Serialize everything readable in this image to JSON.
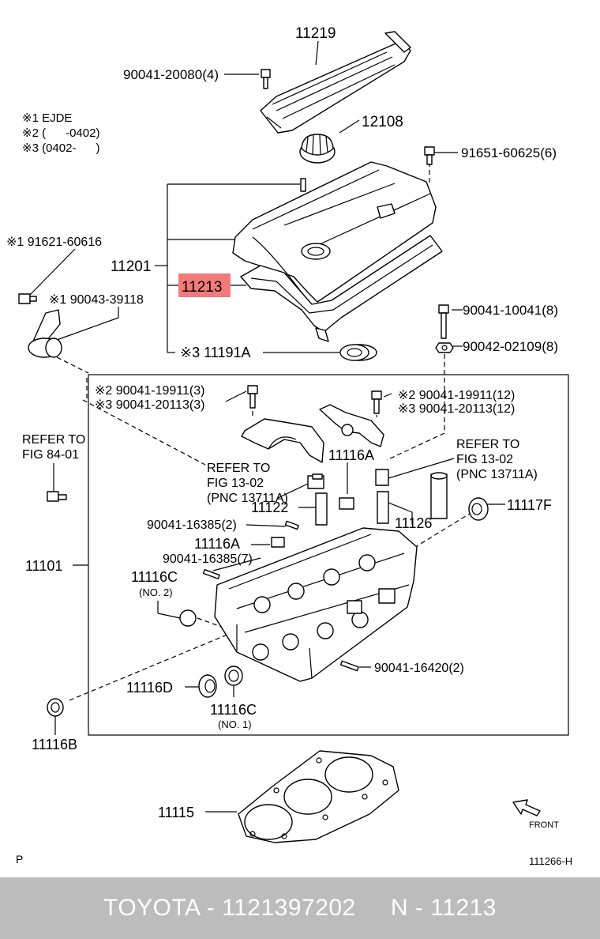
{
  "notes": {
    "n1": "※1 EJDE",
    "n2": "※2 (      -0402)",
    "n3": "※3 (0402-      )"
  },
  "labels": {
    "p11219": "11219",
    "p90041_20080": "90041-20080(4)",
    "p12108": "12108",
    "p91651": "91651-60625(6)",
    "p91621": "※1 91621-60616",
    "p11201": "11201",
    "p11213": "11213",
    "p90043": "※1 90043-39118",
    "p90041_10041": "90041-10041(8)",
    "p90042": "90042-02109(8)",
    "p11191A": "※3 11191A",
    "p19911_3": "※2 90041-19911(3)",
    "p20113_3": "※3 90041-20113(3)",
    "p19911_12": "※2 90041-19911(12)",
    "p20113_12": "※3 90041-20113(12)",
    "refer_84_a": "REFER TO",
    "refer_84_b": "FIG 84-01",
    "refer_13_a": "REFER TO",
    "refer_13_b": "FIG 13-02",
    "refer_13_c": "(PNC 13711A)",
    "refer_13r_a": "REFER TO",
    "refer_13r_b": "FIG 13-02",
    "refer_13r_c": "(PNC 13711A)",
    "p11116A_top": "11116A",
    "p11122": "11122",
    "p11126": "11126",
    "p11117F": "11117F",
    "p16385_2": "90041-16385(2)",
    "p11116A_mid": "11116A",
    "p16385_7": "90041-16385(7)",
    "p11101": "11101",
    "p11116C_2": "11116C",
    "no2": "(NO. 2)",
    "p16420": "90041-16420(2)",
    "p11116D": "11116D",
    "p11116C_1": "11116C",
    "no1": "(NO. 1)",
    "p11116B": "11116B",
    "p11115": "11115",
    "front": "FRONT",
    "corner_p": "P",
    "fig_code": "111266-H"
  },
  "highlight_color": "#f47a7a",
  "footer": {
    "text": "TOYOTA - 1121397202     N - 11213",
    "background": "#bcbcbc"
  }
}
